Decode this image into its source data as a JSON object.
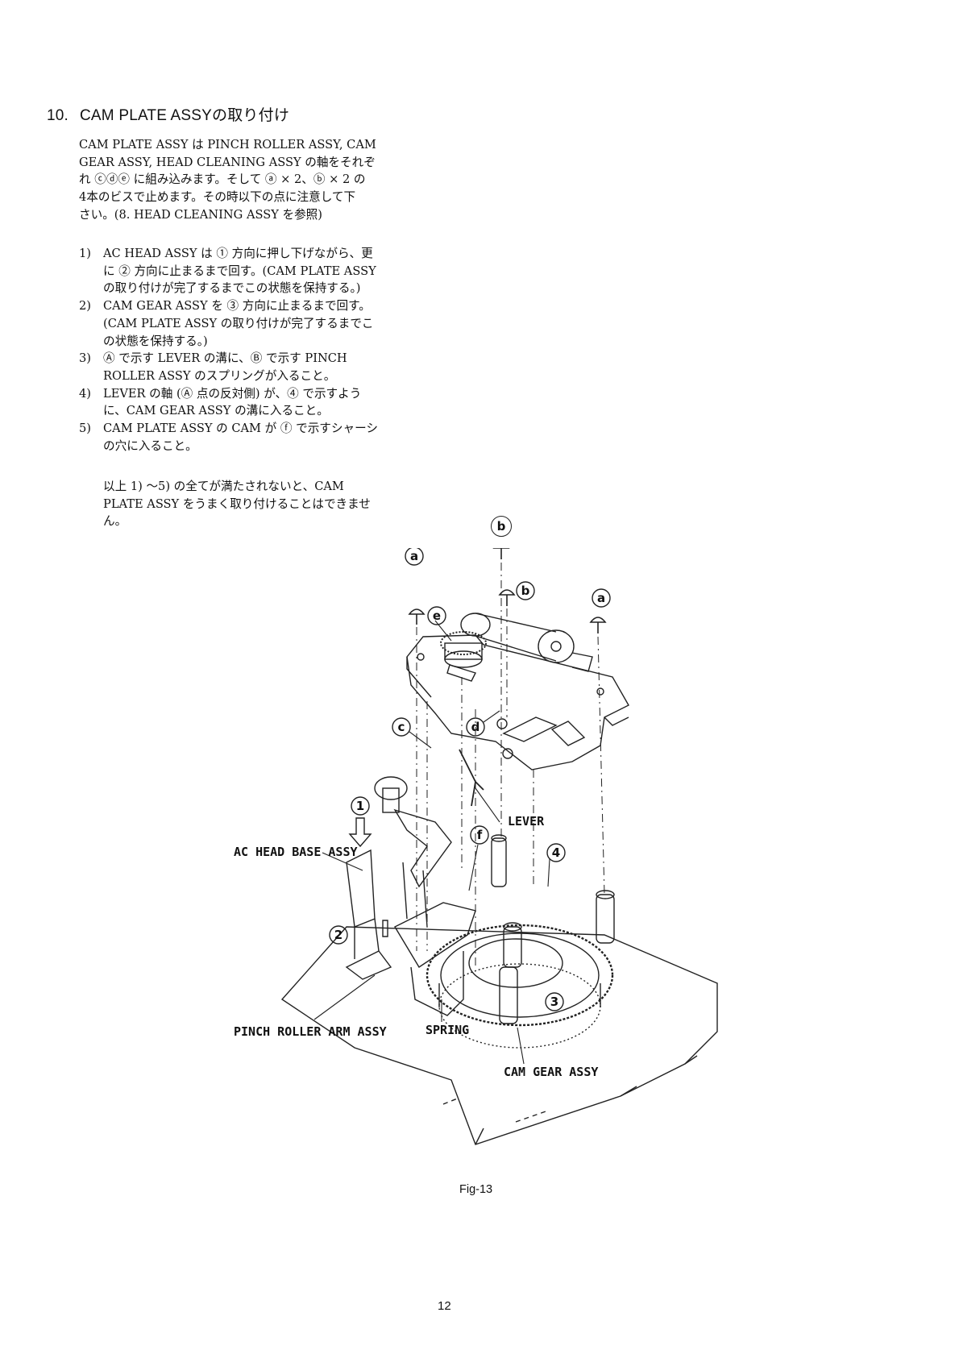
{
  "section": {
    "number": "10.",
    "title": "CAM PLATE ASSYの取り付け"
  },
  "intro_lines": [
    "CAM PLATE ASSY は PINCH ROLLER ASSY, CAM",
    "GEAR ASSY, HEAD CLEANING ASSY の軸をそれぞ",
    "れ ⓒⓓⓔ に組み込みます。そして ⓐ × 2、ⓑ × 2 の",
    "4本のビスで止めます。その時以下の点に注意して下",
    "さい。(8.  HEAD CLEANING ASSY を参照)"
  ],
  "steps": [
    {
      "num": "1)",
      "lines": [
        "AC HEAD ASSY は ① 方向に押し下げながら、更",
        "に ② 方向に止まるまで回す。(CAM PLATE ASSY",
        "の取り付けが完了するまでこの状態を保持する。)"
      ]
    },
    {
      "num": "2)",
      "lines": [
        "CAM GEAR ASSY を ③ 方向に止まるまで回す。",
        "(CAM PLATE ASSY の取り付けが完了するまでこ",
        "の状態を保持する。)"
      ]
    },
    {
      "num": "3)",
      "lines": [
        "Ⓐ で示す LEVER の溝に、Ⓑ で示す PINCH",
        "ROLLER ASSY のスプリングが入ること。"
      ]
    },
    {
      "num": "4)",
      "lines": [
        "LEVER の軸 (Ⓐ 点の反対側) が、④ で示すよう",
        "に、CAM GEAR ASSY の溝に入ること。"
      ]
    },
    {
      "num": "5)",
      "lines": [
        "CAM PLATE ASSY の CAM が ⓕ で示すシャーシ",
        "の穴に入ること。"
      ]
    }
  ],
  "note_lines": [
    "以上 1) ～5) の全てが満たされないと、CAM",
    "PLATE ASSY をうまく取り付けることはできませ",
    "ん。"
  ],
  "figure": {
    "labels": {
      "lever": "LEVER",
      "ac_head_base": "AC HEAD BASE ASSY",
      "pinch_roller_arm": "PINCH ROLLER ARM ASSY",
      "spring": "SPRING",
      "cam_gear": "CAM GEAR ASSY"
    },
    "markers": {
      "a": "a",
      "b": "b",
      "c": "c",
      "d": "d",
      "e": "e",
      "f": "f",
      "n1": "1",
      "n2": "2",
      "n3": "3",
      "n4": "4"
    },
    "caption": "Fig-13"
  },
  "page_number": "12"
}
